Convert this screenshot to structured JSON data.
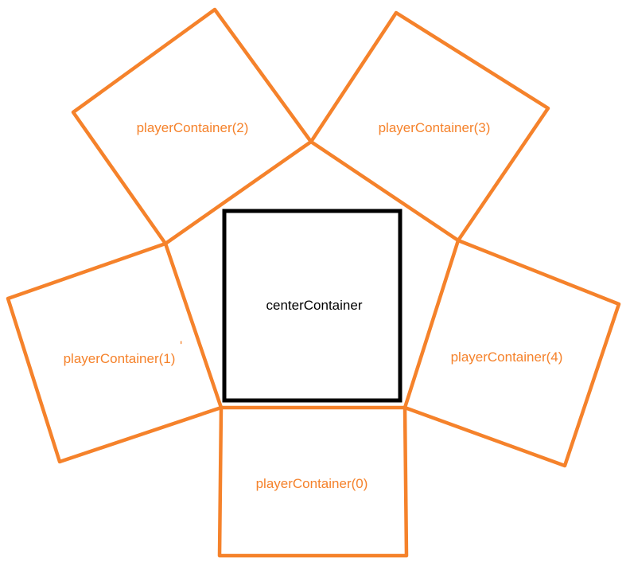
{
  "colors": {
    "player": "#f5822b",
    "center": "#000000"
  },
  "center": {
    "label": "centerContainer"
  },
  "players": [
    {
      "index": 0,
      "label": "playerContainer(0)"
    },
    {
      "index": 1,
      "label": "playerContainer(1)"
    },
    {
      "index": 2,
      "label": "playerContainer(2)"
    },
    {
      "index": 3,
      "label": "playerContainer(3)"
    },
    {
      "index": 4,
      "label": "playerContainer(4)"
    }
  ]
}
